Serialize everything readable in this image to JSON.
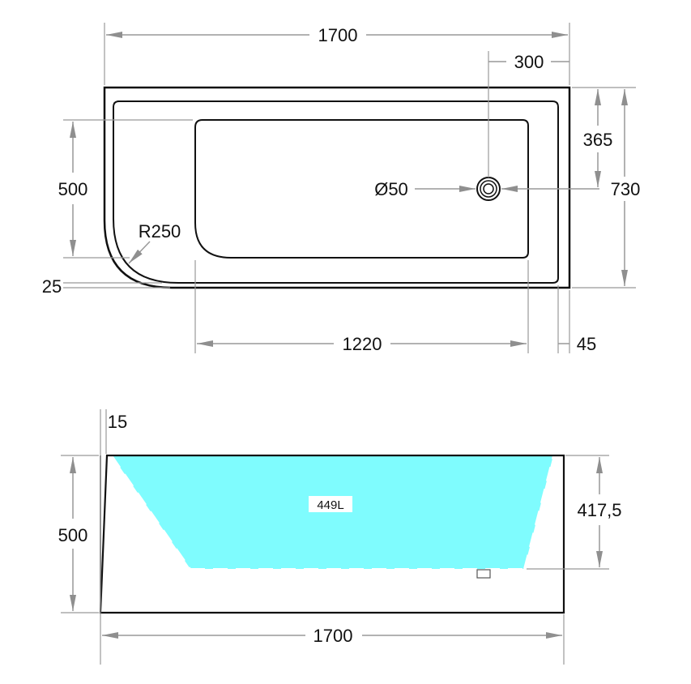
{
  "top_view": {
    "overall_length": "1700",
    "drain_offset": "300",
    "drain_to_edge": "365",
    "overall_width": "730",
    "inner_width": "500",
    "drain_diameter": "Ø50",
    "corner_radius": "R250",
    "edge_gap": "25",
    "inner_length": "1220",
    "rim_width": "45"
  },
  "side_view": {
    "wall_thickness": "15",
    "height": "500",
    "water_depth": "417,5",
    "capacity": "449L",
    "overall_length": "1700"
  },
  "colors": {
    "water": "#7ffcfe",
    "dimension_line": "#999999",
    "outline": "#111111"
  }
}
